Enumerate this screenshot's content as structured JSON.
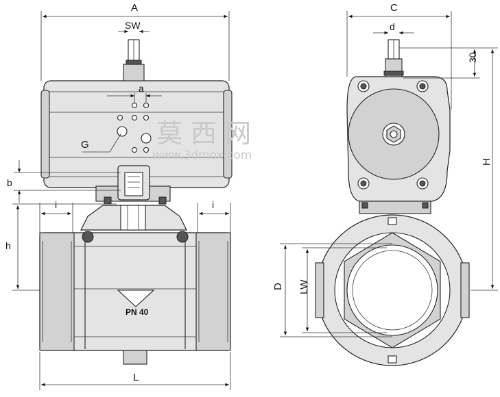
{
  "labels": {
    "A": "A",
    "SW": "SW",
    "a": "a",
    "G": "G",
    "b": "b",
    "i_left": "i",
    "i_right": "i",
    "h": "h",
    "L": "L",
    "pn": "PN 40",
    "C": "C",
    "d": "d",
    "thirty": "30",
    "H": "H",
    "D": "D",
    "LW": "LW"
  },
  "watermark": {
    "chinese": "莫 西 网",
    "url": "www.3dmox.com"
  },
  "colors": {
    "stroke": "#222222",
    "body_fill": "#e4e4e4",
    "accent_fill": "#d2d2d2",
    "watermark": "#c9c9c9"
  }
}
